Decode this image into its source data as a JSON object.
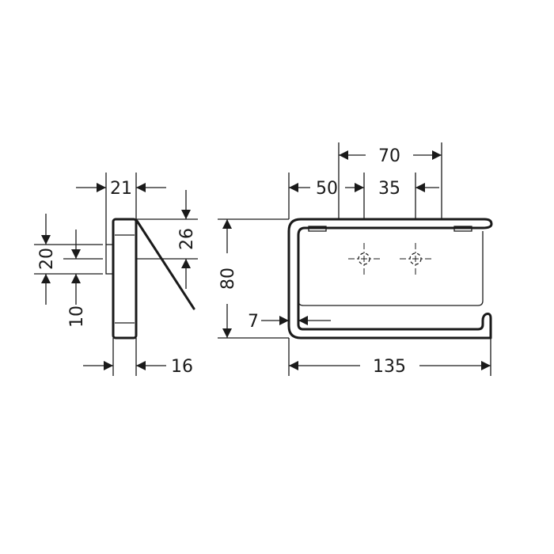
{
  "side_view": {
    "dims": {
      "depth_total": "21",
      "mount_height": "20",
      "mount_offset": "10",
      "arm_drop": "26",
      "body_depth": "16"
    }
  },
  "front_view": {
    "dims": {
      "hole_spacing": "70",
      "left_to_hole": "50",
      "right_to_hole": "35",
      "height": "80",
      "wall_gap": "7",
      "width": "135"
    }
  },
  "colors": {
    "line": "#1a1a1a",
    "background": "#ffffff"
  }
}
